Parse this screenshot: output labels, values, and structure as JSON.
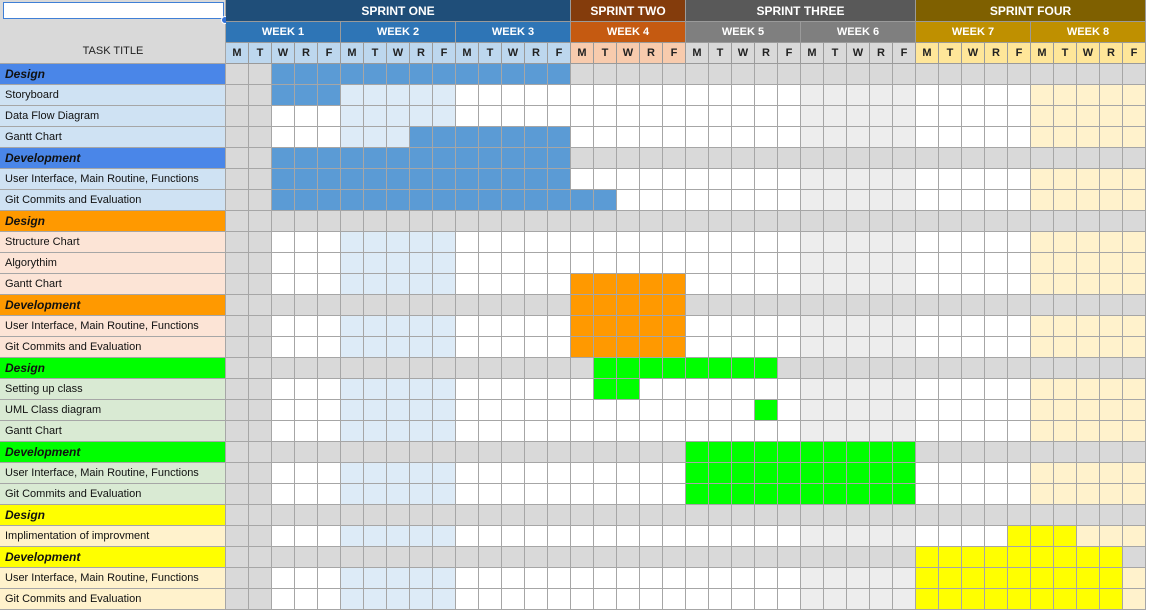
{
  "header": {
    "task_title": "TASK TITLE",
    "days": [
      "M",
      "T",
      "W",
      "R",
      "F"
    ]
  },
  "sprints": [
    {
      "name": "SPRINT ONE",
      "color": "#1f4e79",
      "weeks": [
        1,
        2,
        3
      ]
    },
    {
      "name": "SPRINT TWO",
      "color": "#843c0c",
      "weeks": [
        4
      ]
    },
    {
      "name": "SPRINT THREE",
      "color": "#595959",
      "weeks": [
        5,
        6
      ]
    },
    {
      "name": "SPRINT FOUR",
      "color": "#7f6000",
      "weeks": [
        7,
        8
      ]
    }
  ],
  "weeks": [
    {
      "label": "WEEK 1",
      "color": "#2e75b6",
      "day_bg": "#bdd7ee"
    },
    {
      "label": "WEEK 2",
      "color": "#2e75b6",
      "day_bg": "#bdd7ee"
    },
    {
      "label": "WEEK 3",
      "color": "#2e75b6",
      "day_bg": "#bdd7ee"
    },
    {
      "label": "WEEK 4",
      "color": "#c55a11",
      "day_bg": "#f8cbad"
    },
    {
      "label": "WEEK 5",
      "color": "#7f7f7f",
      "day_bg": "#d9d9d9"
    },
    {
      "label": "WEEK 6",
      "color": "#7f7f7f",
      "day_bg": "#d9d9d9"
    },
    {
      "label": "WEEK 7",
      "color": "#bf9000",
      "day_bg": "#ffe699"
    },
    {
      "label": "WEEK 8",
      "color": "#bf9000",
      "day_bg": "#ffe699"
    }
  ],
  "colors": {
    "blue_phase": "#4a86e8",
    "blue_task_label": "#cfe2f3",
    "blue_bar": "#5b9bd5",
    "orange_phase": "#ff9900",
    "orange_task_label": "#fce4d6",
    "orange_bar": "#ff9900",
    "green_phase": "#00ff00",
    "green_task_label": "#d9ead3",
    "green_bar": "#00ff00",
    "yellow_phase": "#ffff00",
    "yellow_task_label": "#fff2cc",
    "yellow_bar": "#ffff00",
    "weekend_col": "#d9d9d9",
    "week2_col": "#ddebf7",
    "week6_col": "#ededed",
    "week8_col": "#fff2cc",
    "phase_row_bg": "#d9d9d9"
  },
  "rows": [
    {
      "label": "Design",
      "phase": true,
      "group": "blue",
      "bar": [
        [
          2,
          14
        ]
      ]
    },
    {
      "label": "Storyboard",
      "phase": false,
      "group": "blue",
      "bar": [
        [
          2,
          4
        ]
      ]
    },
    {
      "label": "Data Flow Diagram",
      "phase": false,
      "group": "blue",
      "bar": []
    },
    {
      "label": "Gantt Chart",
      "phase": false,
      "group": "blue",
      "bar": [
        [
          8,
          14
        ]
      ]
    },
    {
      "label": "Development",
      "phase": true,
      "group": "blue",
      "bar": [
        [
          2,
          14
        ]
      ]
    },
    {
      "label": "User Interface, Main Routine, Functions",
      "phase": false,
      "group": "blue",
      "bar": [
        [
          2,
          14
        ]
      ]
    },
    {
      "label": "Git Commits and Evaluation",
      "phase": false,
      "group": "blue",
      "bar": [
        [
          2,
          16
        ]
      ]
    },
    {
      "label": "Design",
      "phase": true,
      "group": "orange",
      "bar": []
    },
    {
      "label": "Structure Chart",
      "phase": false,
      "group": "orange",
      "bar": []
    },
    {
      "label": "Algorythim",
      "phase": false,
      "group": "orange",
      "bar": []
    },
    {
      "label": "Gantt Chart",
      "phase": false,
      "group": "orange",
      "bar": [
        [
          15,
          19
        ]
      ]
    },
    {
      "label": "Development",
      "phase": true,
      "group": "orange",
      "bar": [
        [
          15,
          19
        ]
      ]
    },
    {
      "label": "User Interface, Main Routine, Functions",
      "phase": false,
      "group": "orange",
      "bar": [
        [
          15,
          19
        ]
      ]
    },
    {
      "label": "Git Commits and Evaluation",
      "phase": false,
      "group": "orange",
      "bar": [
        [
          15,
          19
        ]
      ]
    },
    {
      "label": "Design",
      "phase": true,
      "group": "green",
      "bar": [
        [
          16,
          23
        ]
      ]
    },
    {
      "label": "Setting up class",
      "phase": false,
      "group": "green",
      "bar": [
        [
          16,
          17
        ]
      ]
    },
    {
      "label": "UML Class diagram",
      "phase": false,
      "group": "green",
      "bar": [
        [
          23,
          23
        ]
      ]
    },
    {
      "label": "Gantt Chart",
      "phase": false,
      "group": "green",
      "bar": []
    },
    {
      "label": "Development",
      "phase": true,
      "group": "green",
      "bar": [
        [
          20,
          29
        ]
      ]
    },
    {
      "label": "User Interface, Main Routine, Functions",
      "phase": false,
      "group": "green",
      "bar": [
        [
          20,
          29
        ]
      ]
    },
    {
      "label": "Git Commits and Evaluation",
      "phase": false,
      "group": "green",
      "bar": [
        [
          20,
          29
        ]
      ]
    },
    {
      "label": "Design",
      "phase": true,
      "group": "yellow",
      "bar": []
    },
    {
      "label": "Implimentation of improvment",
      "phase": false,
      "group": "yellow",
      "bar": [
        [
          34,
          36
        ]
      ]
    },
    {
      "label": "Development",
      "phase": true,
      "group": "yellow",
      "bar": [
        [
          30,
          38
        ]
      ]
    },
    {
      "label": "User Interface, Main Routine, Functions",
      "phase": false,
      "group": "yellow",
      "bar": [
        [
          30,
          38
        ]
      ]
    },
    {
      "label": "Git Commits and Evaluation",
      "phase": false,
      "group": "yellow",
      "bar": [
        [
          30,
          38
        ]
      ]
    }
  ]
}
